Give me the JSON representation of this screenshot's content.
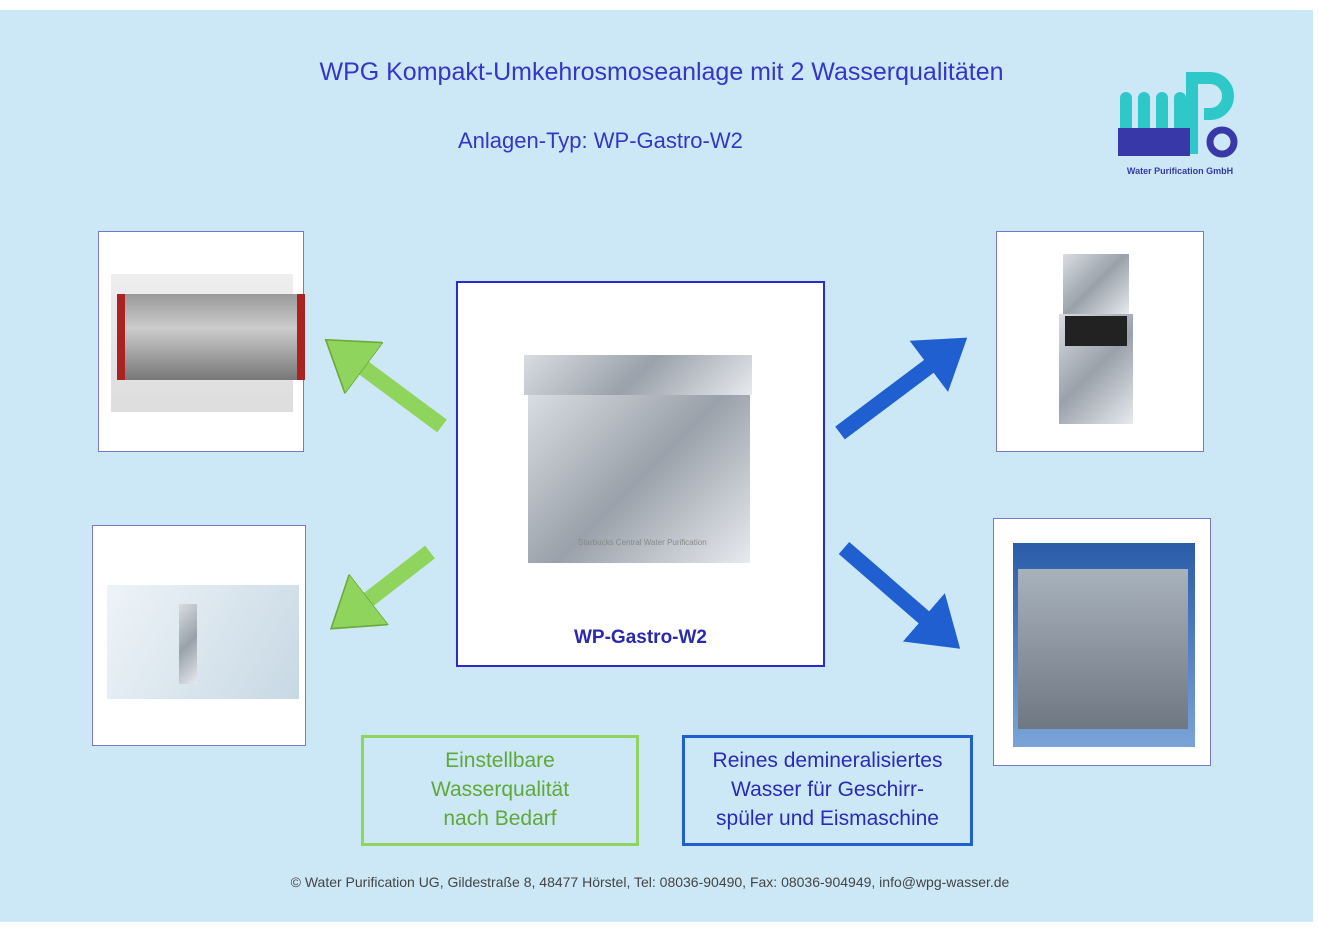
{
  "title": "WPG Kompakt-Umkehrosmoseanlage mit 2 Wasserqualitäten",
  "subtitle": "Anlagen-Typ: WP-Gastro-W2",
  "logo": {
    "letters": "WPG",
    "tagline": "Water Purification GmbH"
  },
  "center": {
    "label": "WP-Gastro-W2",
    "cabinet_text": "Starbucks Central Water Purification"
  },
  "images": [
    "espresso-machine",
    "water-tap",
    "ice-machine",
    "glass-dishwasher"
  ],
  "green_box": {
    "lines": [
      "Einstellbare",
      "Wasserqualität",
      "nach Bedarf"
    ]
  },
  "blue_box": {
    "lines": [
      "Reines demineralisiertes",
      "Wasser für Geschirr-",
      "spüler und Eismaschine"
    ]
  },
  "footer": "© Water Purification UG, Gildestraße 8, 48477 Hörstel, Tel: 08036-90490, Fax: 08036-904949, info@wpg-wasser.de",
  "colors": {
    "green": "#8fd45c",
    "blue": "#1f5fd0",
    "text": "#3535c8",
    "background": "#cce8f6"
  }
}
